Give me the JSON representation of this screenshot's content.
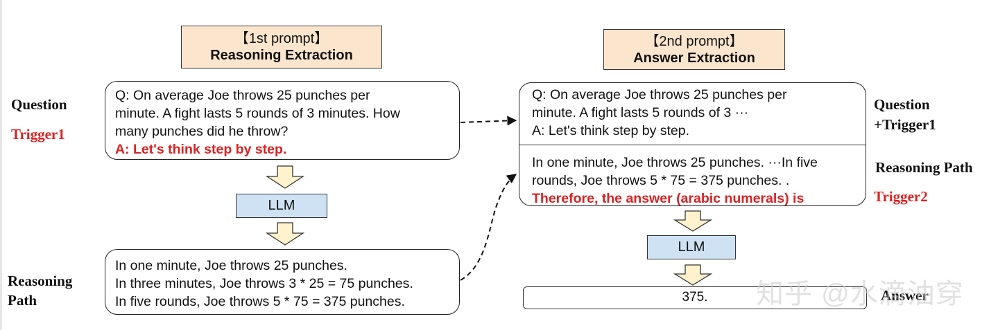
{
  "left": {
    "header_line1": "【1st prompt】",
    "header_line2": "Reasoning Extraction",
    "question_lines": [
      "Q: On average Joe throws 25 punches per",
      "minute.  A fight lasts 5 rounds of 3 minutes.  How",
      "many punches did he throw?"
    ],
    "trigger_text": "A: Let's think step by step.",
    "llm_label": "LLM",
    "reasoning_lines": [
      "In one minute, Joe throws 25 punches.",
      "In three minutes, Joe throws 3 * 25 = 75 punches.",
      "In five rounds, Joe throws 5 * 75 = 375 punches."
    ],
    "label_question": "Question",
    "label_trigger1": "Trigger1",
    "label_reasoning_1": "Reasoning",
    "label_reasoning_2": "Path"
  },
  "right": {
    "header_line1": "【2nd prompt】",
    "header_line2": "Answer Extraction",
    "question_lines": [
      "Q: On average Joe throws 25 punches per",
      "minute.  A fight lasts 5 rounds of 3 ···",
      "A: Let's think step by step."
    ],
    "reasoning_lines": [
      "In one minute, Joe throws 25 punches. ···In five",
      "rounds, Joe throws 5 * 75 = 375 punches. ."
    ],
    "trigger2_text": "Therefore, the answer (arabic numerals) is",
    "llm_label": "LLM",
    "answer_value": "375.",
    "label_question_1": "Question",
    "label_question_2": "+Trigger1",
    "label_reasoning": "Reasoning Path",
    "label_trigger2": "Trigger2",
    "label_answer": "Answer"
  },
  "watermark": "知乎 @水滴油穿",
  "colors": {
    "header_fill": "#fce5cd",
    "llm_fill": "#cfe2f3",
    "arrow_fill": "#fff2cc",
    "trigger_red": "#e02020"
  }
}
